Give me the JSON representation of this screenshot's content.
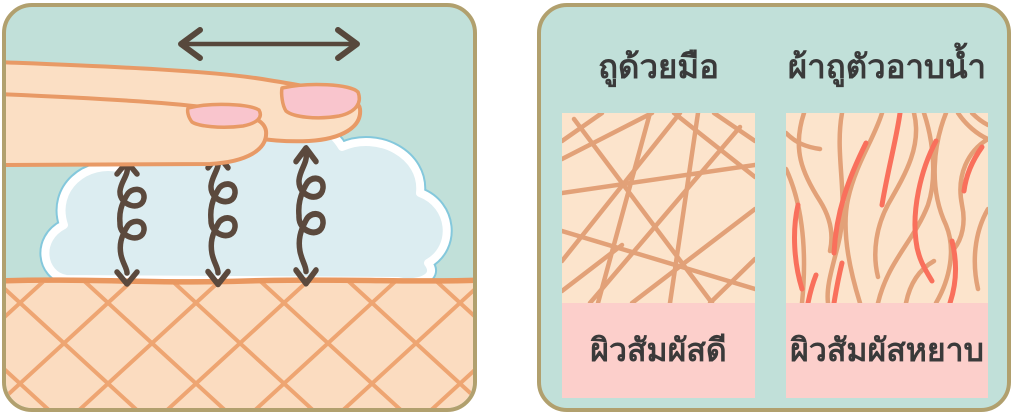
{
  "left_panel": {
    "icons": {
      "motion_arrow": "left-right-arrow-icon",
      "spring_arrow": "up-down-spring-arrow-icon",
      "foam": "foam-cloud",
      "fingers": "two-fingers",
      "skin": "skin-crosshatch-surface"
    }
  },
  "right_panel": {
    "columns": [
      {
        "header": "ถูด้วยมือ",
        "label": "ผิวสัมผัสดี",
        "texture_icon": "smooth-skin-texture"
      },
      {
        "header": "ผ้าถูตัวอาบน้ำ",
        "label": "ผิวสัมผัสหยาบ",
        "texture_icon": "rough-skin-texture-with-red-marks"
      }
    ]
  },
  "colors": {
    "panel_background": "#c1e0d9",
    "panel_border": "#b1a06e",
    "skin_fill": "#fbdcc0",
    "skin_surface_line": "#e9975f",
    "skin_hatch_line": "#eea572",
    "finger_fill": "#fbdfc4",
    "finger_outline": "#e89a66",
    "nail_fill": "#f9c5cd",
    "foam_fill": "#dcedf1",
    "foam_edge_blue": "#84c8dc",
    "foam_edge_white": "#ffffff",
    "arrow_dark_brown": "#57483c",
    "spring_brown": "#5b493d",
    "texture_background": "#fce4cc",
    "texture_line_tan": "#e2a178",
    "irritation_line_red": "#f9705c",
    "label_background": "#fccfcb",
    "text": "#3a3a3a"
  }
}
